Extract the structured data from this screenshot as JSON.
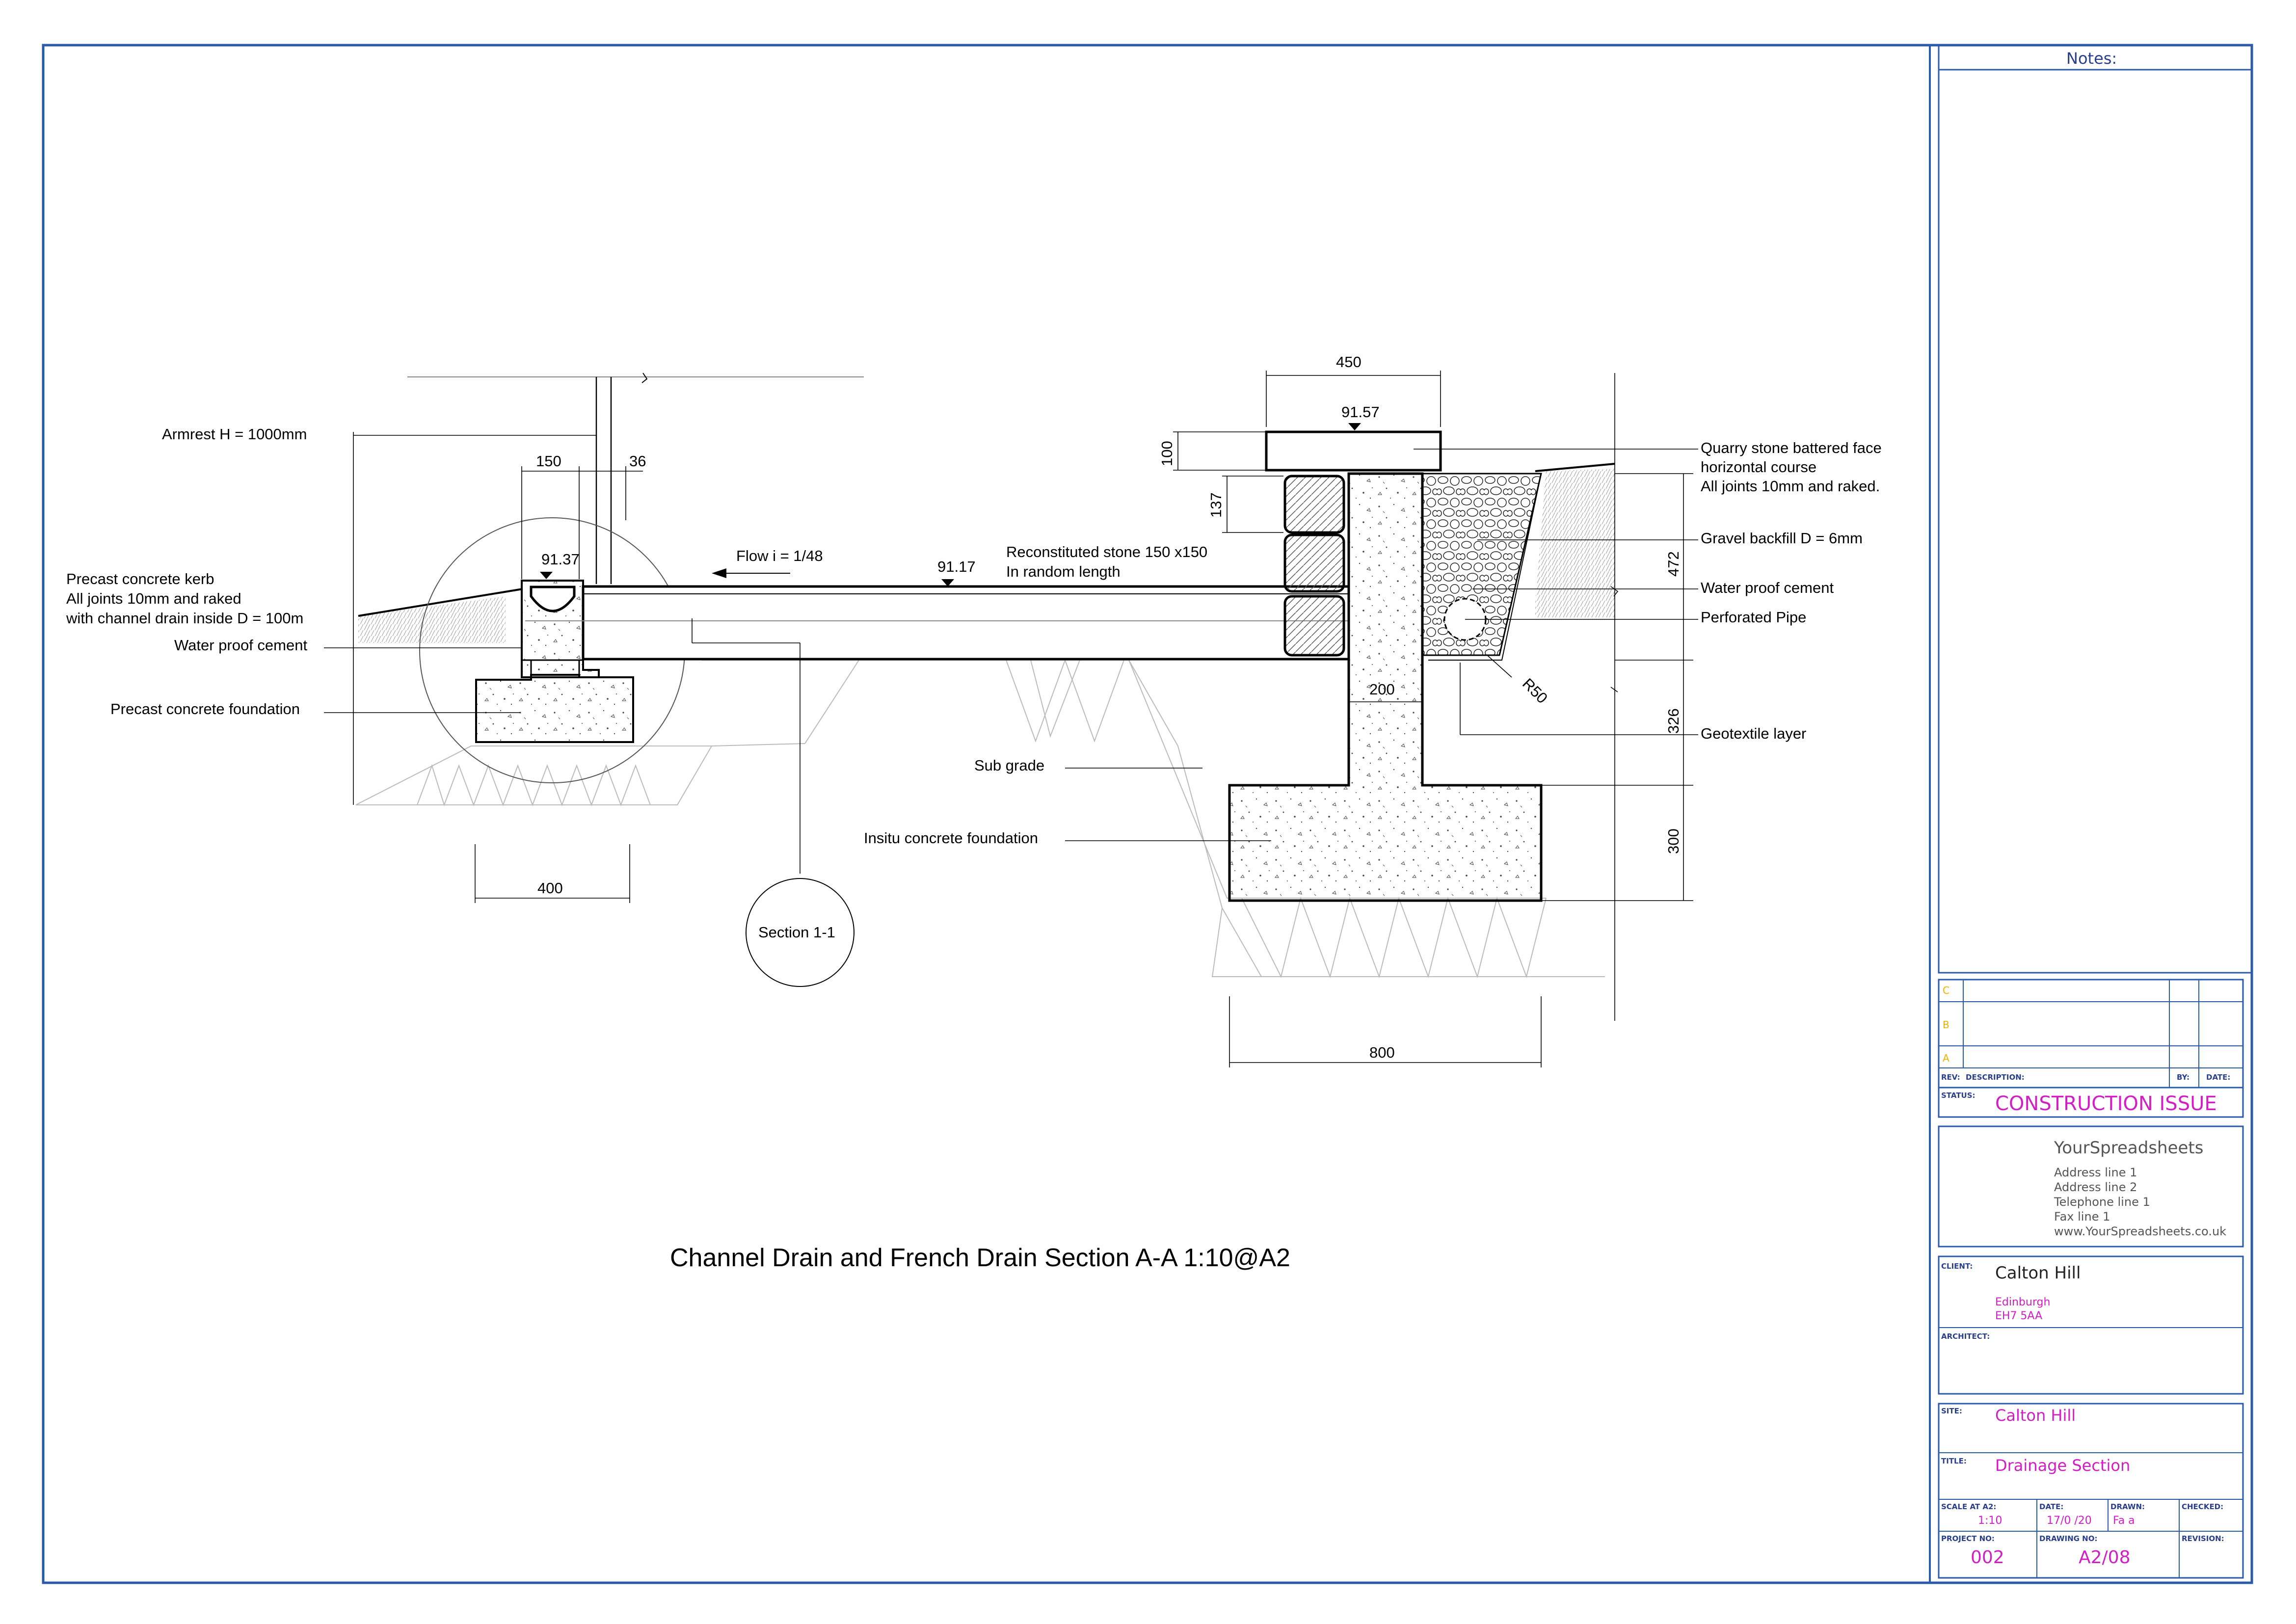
{
  "drawing": {
    "title": "Channel Drain and French Drain Section A-A 1:10@A2",
    "left_labels": {
      "armrest": "Armrest H = 1000mm",
      "kerb_1": "Precast concrete kerb",
      "kerb_2": "All joints 10mm and raked",
      "kerb_3": "with channel drain inside D = 100m",
      "waterproof": "Water proof cement",
      "foundation": "Precast concrete foundation"
    },
    "center_labels": {
      "flow": "Flow i = 1/48",
      "stone_1": "Reconstituted stone 150 x150",
      "stone_2": "In random length",
      "subgrade": "Sub grade",
      "insitu": "Insitu concrete foundation",
      "section_ref": "Section 1-1"
    },
    "right_labels": {
      "quarry_1": "Quarry stone battered face",
      "quarry_2": "horizontal course",
      "quarry_3": "All joints 10mm and raked.",
      "gravel": "Gravel backfill D = 6mm",
      "waterproof": "Water proof cement",
      "pipe": "Perforated Pipe",
      "geotextile": "Geotextile layer"
    },
    "dimensions": {
      "d150": "150",
      "d36": "36",
      "d400": "400",
      "d450": "450",
      "d100": "100",
      "d137": "137",
      "d472": "472",
      "d326": "326",
      "d300": "300",
      "d200": "200",
      "d800": "800",
      "r50": "R50"
    },
    "levels": {
      "kerb_level": "91.37",
      "channel_level": "91.17",
      "top_level": "91.57"
    }
  },
  "title_block": {
    "notes_heading": "Notes:",
    "revisions": {
      "rows": [
        "C",
        "B",
        "A"
      ],
      "rev_header": "REV:",
      "desc_header": "DESCRIPTION:",
      "by_header": "BY:",
      "date_header": "DATE:"
    },
    "status_label": "STATUS:",
    "status_value": "CONSTRUCTION ISSUE",
    "company": {
      "name": "YourSpreadsheets",
      "address1": "Address line 1",
      "address2": "Address line 2",
      "telephone": "Telephone line 1",
      "fax": "Fax line 1",
      "web": "www.YourSpreadsheets.co.uk"
    },
    "client_label": "CLIENT:",
    "client_name": "Calton Hill",
    "client_city": "Edinburgh",
    "client_postcode": "EH7 5AA",
    "architect_label": "ARCHITECT:",
    "site_label": "SITE:",
    "site_value": "Calton Hill",
    "title_label": "TITLE:",
    "title_value": "Drainage Section",
    "scale_label": "SCALE AT A2:",
    "scale_value": "1:10",
    "date_label": "DATE:",
    "date_value": "17/0  /20",
    "drawn_label": "DRAWN:",
    "drawn_value": "Fa      a",
    "checked_label": "CHECKED:",
    "project_label": "PROJECT NO:",
    "project_value": "002",
    "drawing_no_label": "DRAWING NO:",
    "drawing_no_value": "A2/08",
    "revision_label": "REVISION:"
  },
  "colors": {
    "frame": "#2a5aa8",
    "magenta": "#d21fc4",
    "yellow": "#e8b400"
  }
}
